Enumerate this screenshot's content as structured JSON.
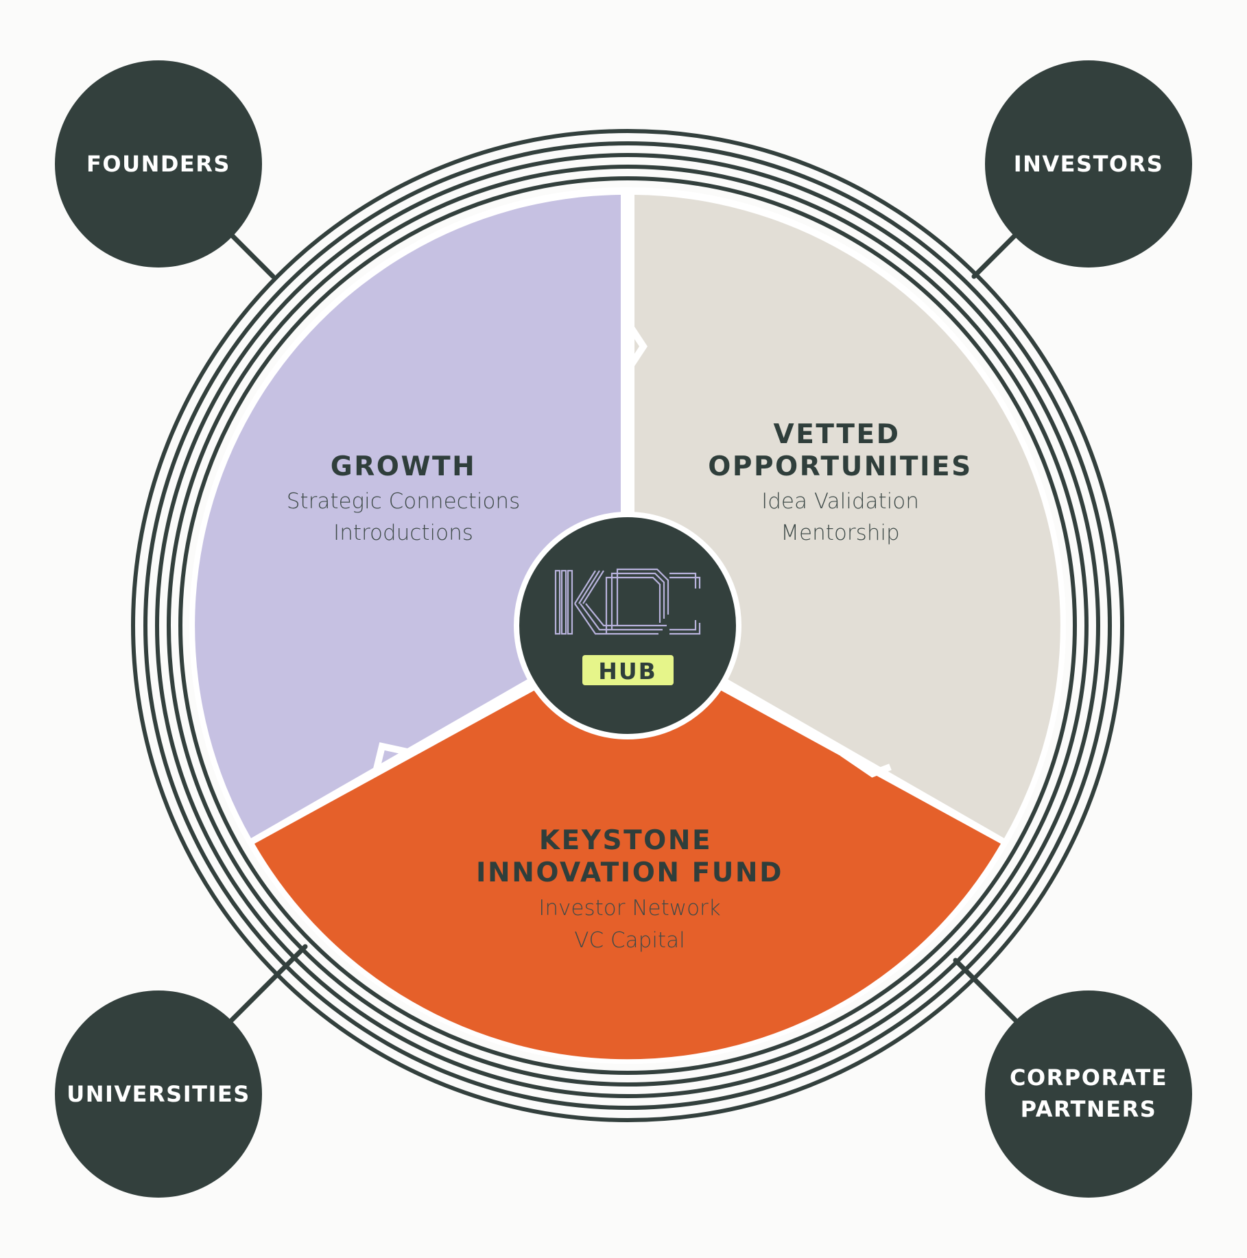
{
  "colors": {
    "dark": "#33403d",
    "growth": "#c6c1e2",
    "vetted": "#e2ded6",
    "fund": "#e5602a",
    "hub_badge": "#e6f58a",
    "logo_stroke": "#b9b3dd",
    "background": "#fbfbfa"
  },
  "nodes": {
    "founders": {
      "lines": [
        "FOUNDERS"
      ]
    },
    "investors": {
      "lines": [
        "INVESTORS"
      ]
    },
    "universities": {
      "lines": [
        "UNIVERSITIES"
      ]
    },
    "corporate": {
      "lines": [
        "CORPORATE",
        "PARTNERS"
      ]
    }
  },
  "segments": {
    "growth": {
      "title": [
        "GROWTH"
      ],
      "items": [
        "Strategic Connections",
        "Introductions"
      ]
    },
    "vetted": {
      "title": [
        "VETTED",
        "OPPORTUNITIES"
      ],
      "items": [
        "Idea Validation",
        "Mentorship"
      ]
    },
    "fund": {
      "title": [
        "KEYSTONE",
        "INNOVATION FUND"
      ],
      "items": [
        "Investor Network",
        "VC Capital"
      ]
    }
  },
  "hub": {
    "logo": "KIC",
    "logo_icon": "kic-logo-icon",
    "badge": "HUB"
  }
}
